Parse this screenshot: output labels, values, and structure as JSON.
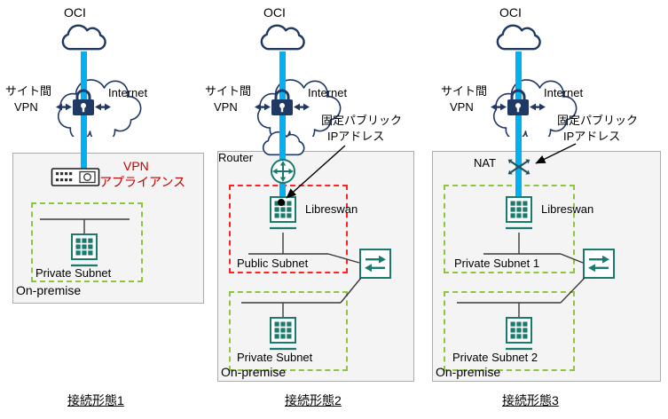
{
  "columns": {
    "c1": {
      "oci": "OCI",
      "vpn_line1": "サイト間",
      "vpn_line2": "VPN",
      "internet": "Internet",
      "appliance_line1": "VPN",
      "appliance_line2": "アプライアンス",
      "private_subnet": "Private Subnet",
      "onprem": "On-premise",
      "caption": "接続形態1"
    },
    "c2": {
      "oci": "OCI",
      "vpn_line1": "サイト間",
      "vpn_line2": "VPN",
      "internet": "Internet",
      "router": "Router",
      "fixed_ip_line1": "固定パブリック",
      "fixed_ip_line2": "IPアドレス",
      "libreswan": "Libreswan",
      "public_subnet": "Public Subnet",
      "private_subnet": "Private Subnet",
      "onprem": "On-premise",
      "caption": "接続形態2"
    },
    "c3": {
      "oci": "OCI",
      "vpn_line1": "サイト間",
      "vpn_line2": "VPN",
      "internet": "Internet",
      "nat": "NAT",
      "fixed_ip_line1": "固定パブリック",
      "fixed_ip_line2": "IPアドレス",
      "libreswan": "Libreswan",
      "private_subnet_1": "Private Subnet 1",
      "private_subnet_2": "Private Subnet 2",
      "onprem": "On-premise",
      "caption": "接続形態3"
    }
  },
  "colors": {
    "vpn_tunnel_line": "#00B0F0",
    "cloud_outline": "#1F3864",
    "icon_teal": "#1B7A6E",
    "subnet_green_dashed": "#8CC63F",
    "subnet_red_dashed": "#FF2222",
    "appliance_label_red": "#C00000",
    "onprem_fill": "#F4F4F4",
    "onprem_border": "#ABABAB"
  }
}
